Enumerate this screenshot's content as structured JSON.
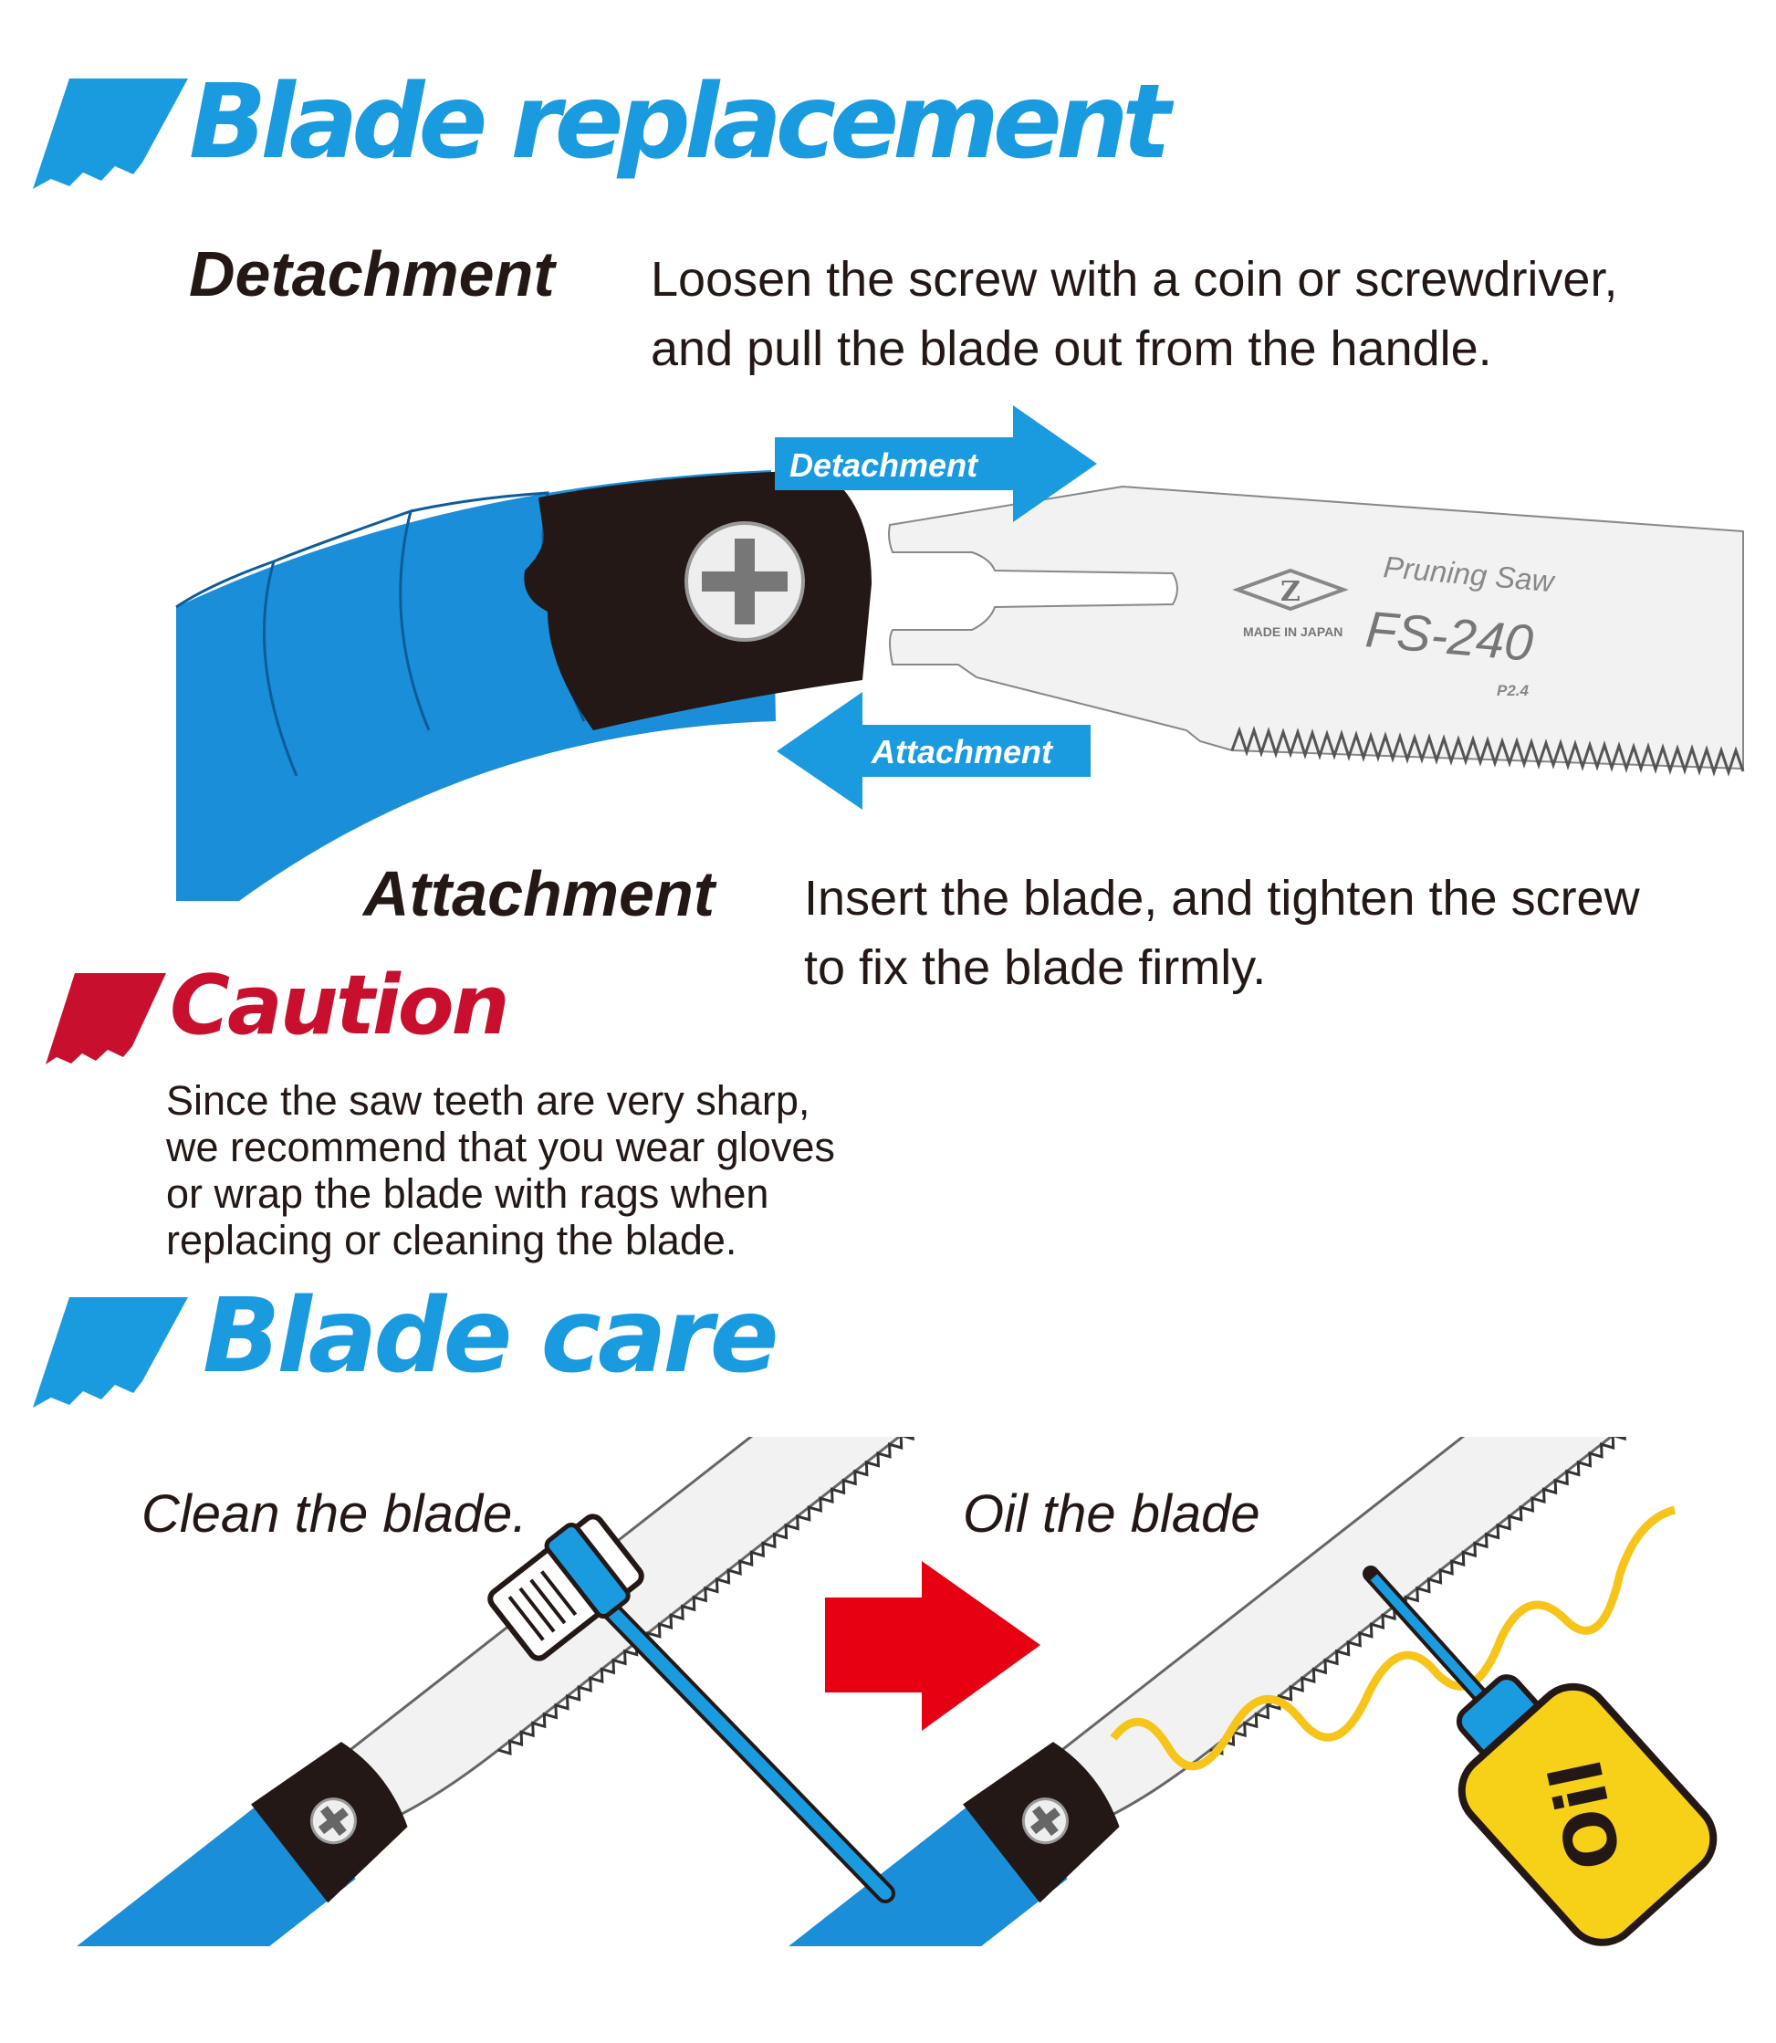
{
  "blade_replacement": {
    "title": "Blade replacement",
    "detachment": {
      "heading": "Detachment",
      "lines": [
        "Loosen the screw with a coin or screwdriver,",
        "and pull the blade out from the handle."
      ],
      "arrow_label": "Detachment"
    },
    "attachment": {
      "heading": "Attachment",
      "lines": [
        "Insert the blade, and tighten the screw",
        "to fix the blade firmly."
      ],
      "arrow_label": "Attachment"
    },
    "blade_logo": {
      "brand_mark": "Z",
      "made_in": "MADE IN JAPAN",
      "product": "Pruning Saw",
      "model": "FS-240",
      "pitch": "P2.4"
    }
  },
  "caution": {
    "title": "Caution",
    "lines": [
      "Since the saw teeth are very sharp,",
      "we recommend that you wear gloves",
      "or wrap the blade with rags when",
      "replacing or cleaning the blade."
    ]
  },
  "blade_care": {
    "title": "Blade care",
    "step1": "Clean the blade.",
    "step2": "Oil the blade",
    "oil_label": "Oil"
  },
  "colors": {
    "blue": "#1a9be0",
    "red": "#c8102e",
    "arrow_red": "#e60012",
    "yellow": "#f7d117"
  }
}
